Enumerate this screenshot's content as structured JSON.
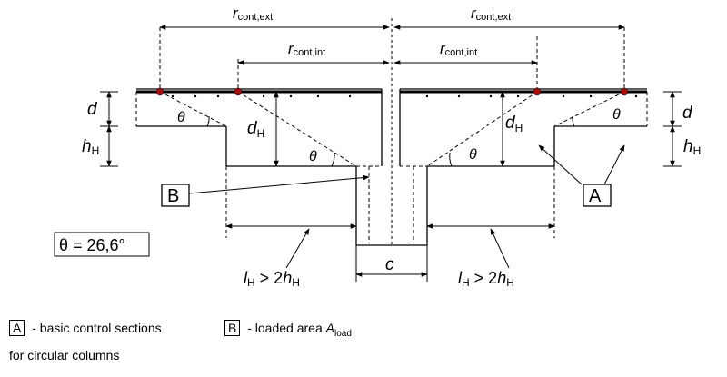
{
  "labels": {
    "r_cont_ext": {
      "main": "r",
      "sub": "cont,ext"
    },
    "r_cont_int": {
      "main": "r",
      "sub": "cont,int"
    },
    "d": "d",
    "h_H": {
      "main": "h",
      "sub": "H"
    },
    "d_H": {
      "main": "d",
      "sub": "H"
    },
    "theta": "θ",
    "theta_value": "θ  = 26,6°",
    "l_H_left": {
      "l": "l",
      "sub": "H",
      "rel": " > 2",
      "h": "h",
      "hsub": "H"
    },
    "l_H_right": {
      "l": "l",
      "sub": "H",
      "rel": " > 2",
      "h": "h",
      "hsub": "H"
    },
    "c": "c",
    "A": "A",
    "B": "B"
  },
  "legend": {
    "a_box": "A",
    "a_text": " - basic control sections",
    "a_text2": "for circular columns",
    "b_box": "B",
    "b_text_pre": " - loaded area ",
    "b_text_sym": "A",
    "b_text_sub": "load"
  },
  "colors": {
    "rebar_dot": "#a01010",
    "line": "#000000"
  }
}
